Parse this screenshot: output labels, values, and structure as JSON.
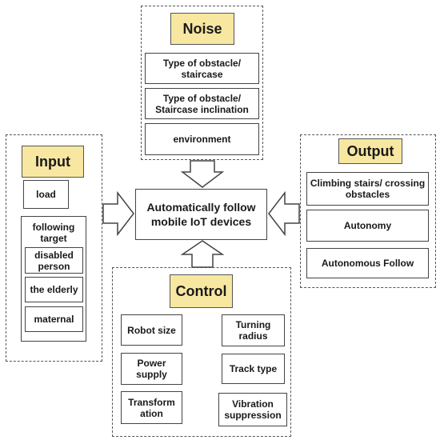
{
  "center": {
    "title": "Automatically follow mobile IoT devices"
  },
  "noise": {
    "label": "Noise",
    "items": [
      "Type of obstacle/ staircase",
      "Type of obstacle/ Staircase inclination",
      "environment"
    ]
  },
  "input": {
    "label": "Input",
    "load": "load",
    "following_target": {
      "title": "following target",
      "items": [
        "disabled person",
        "the elderly",
        "maternal"
      ]
    }
  },
  "output": {
    "label": "Output",
    "items": [
      "Climbing stairs/ crossing obstacles",
      "Autonomy",
      "Autonomous Follow"
    ]
  },
  "control": {
    "label": "Control",
    "left_items": [
      "Robot size",
      "Power supply",
      "Transform ation"
    ],
    "right_items": [
      "Turning radius",
      "Track type",
      "Vibration suppression"
    ]
  }
}
